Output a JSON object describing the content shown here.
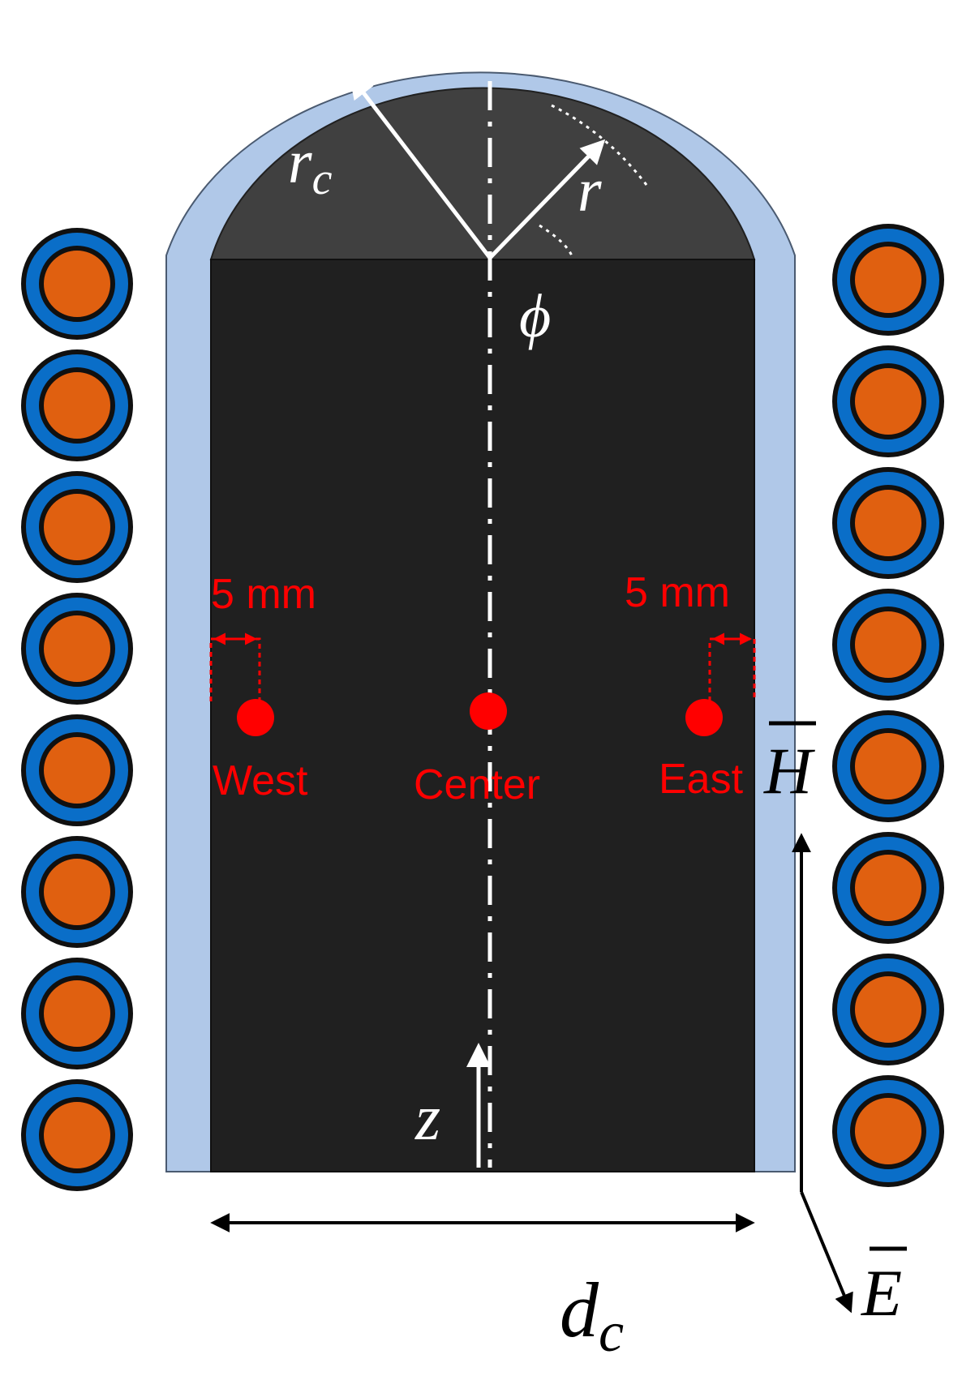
{
  "labels": {
    "rc_main": "r",
    "rc_sub": "c",
    "r": "r",
    "phi": "ϕ",
    "z": "z",
    "dc_main": "d",
    "dc_sub": "c",
    "H": "H",
    "E": "E"
  },
  "probes": {
    "west": {
      "label": "West",
      "offset_label": "5 mm"
    },
    "center": {
      "label": "Center"
    },
    "east": {
      "label": "East",
      "offset_label": "5 mm"
    }
  },
  "colors": {
    "background": "#ffffff",
    "sample_body": "#202020",
    "sample_cap": "#404040",
    "crucible_wall": "#b0c8e8",
    "coil_outer": "#0a6ec8",
    "coil_inner": "#e06010",
    "probe": "#ff0000",
    "axis_annotations": "#ffffff",
    "outer_annotations": "#000000"
  },
  "coil": {
    "turns_per_side": 8
  }
}
